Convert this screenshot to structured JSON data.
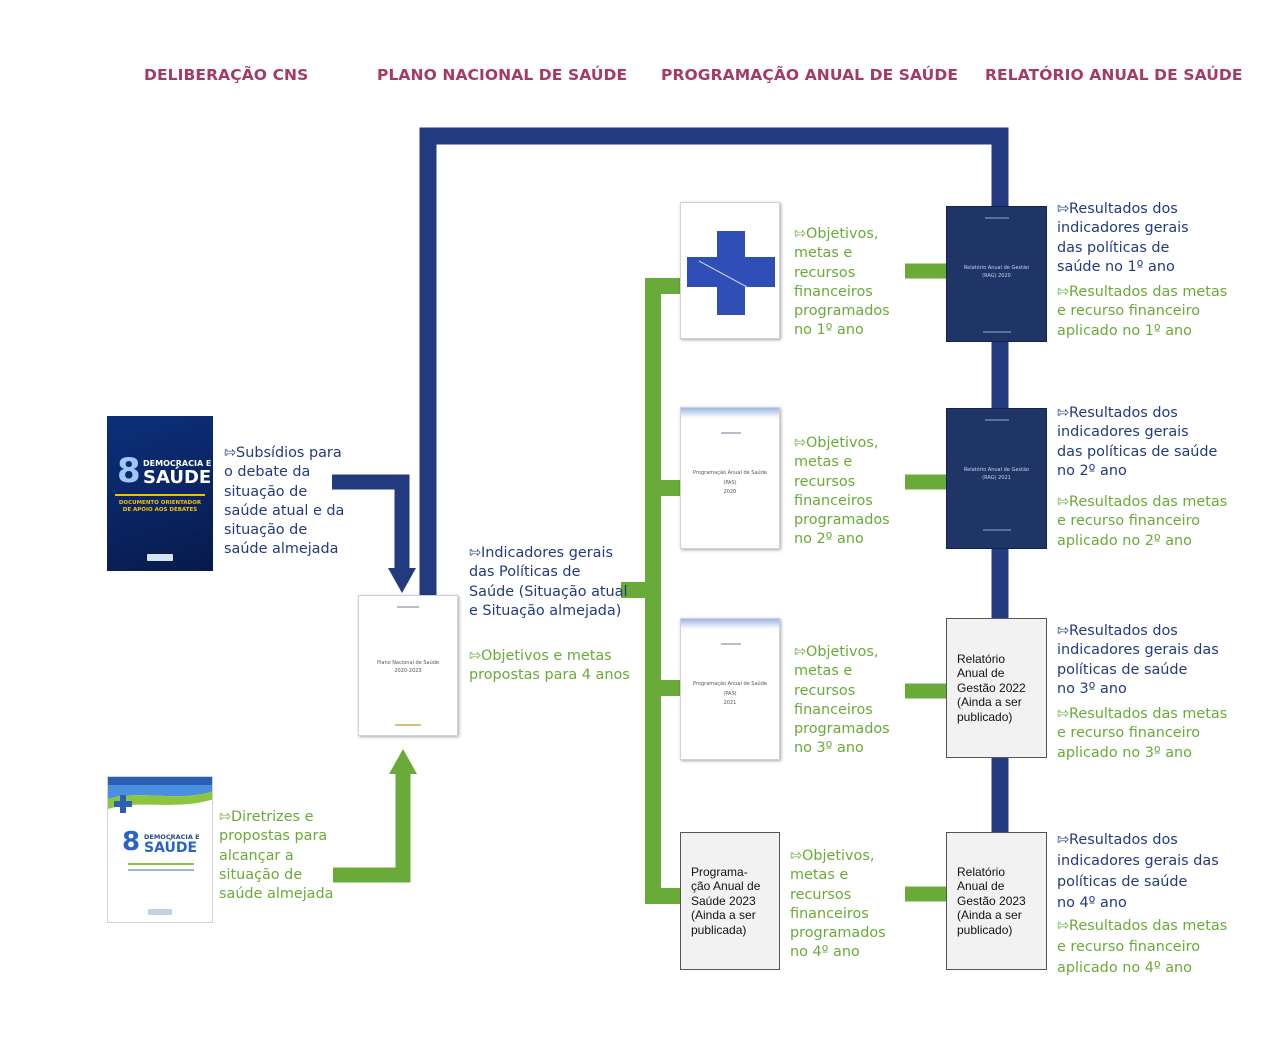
{
  "headers": {
    "deliberacao": "DELIBERAÇÃO CNS",
    "plano": "PLANO NACIONAL DE SAÚDE",
    "programacao": "PROGRAMAÇÃO ANUAL DE SAÚDE",
    "relatorio": "RELATÓRIO ANUAL DE SAÚDE"
  },
  "colors": {
    "header": "#a43a66",
    "blue": "#233a7f",
    "green": "#6aaa38",
    "dark_cover": "#1f3566"
  },
  "deliberacao": {
    "subsidios": [
      "⇰Subsídios para",
      "o debate da",
      "situação de",
      "saúde atual  e da",
      "situação de",
      "saúde almejada"
    ],
    "diretrizes": [
      "⇰Diretrizes e",
      "propostas para",
      "alcançar a",
      "situação de",
      "saúde almejada"
    ],
    "cover1": {
      "number": "8",
      "line1": "DEMOCRACIA E",
      "line2": "SAÚDE",
      "subtitle1": "DOCUMENTO ORIENTADOR",
      "subtitle2": "DE APOIO AOS DEBATES"
    },
    "cover2": {
      "number": "8",
      "line1": "DEMOCRACIA E",
      "line2": "SAÚDE"
    }
  },
  "plano": {
    "cover_title": "Plano Nacional de Saúde",
    "cover_years": "2020-2023",
    "indicadores": [
      "⇰Indicadores gerais",
      "das Políticas de",
      "Saúde (Situação atual",
      "e Situação almejada)"
    ],
    "objetivos": [
      "⇰Objetivos e metas",
      "propostas para 4 anos"
    ]
  },
  "programacao": {
    "cover2_title": "Programação Anual de Saúde",
    "cover2_sub": "(PAS)",
    "cover2_year": "2020",
    "cover3_title": "Programação Anual de Saúde",
    "cover3_sub": "(PAS)",
    "cover3_year": "2021",
    "box4": [
      "Programa-",
      "ção Anual de",
      "Saúde 2023",
      "(Ainda a ser",
      "publicada)"
    ],
    "text1": [
      "⇰Objetivos,",
      "metas e",
      "recursos",
      "financeiros",
      "programados",
      "no 1º ano"
    ],
    "text2": [
      "⇰Objetivos,",
      "metas e",
      "recursos",
      "financeiros",
      "programados",
      "no 2º ano"
    ],
    "text3": [
      "⇰Objetivos,",
      "metas e",
      "recursos",
      "financeiros",
      "programados",
      "no 3º ano"
    ],
    "text4": [
      "⇰Objetivos,",
      "metas e",
      "recursos",
      "financeiros",
      "programados",
      "no 4º ano"
    ]
  },
  "relatorio": {
    "cover1_title": "Relatório Anual de Gestão",
    "cover1_sub": "(RAG) 2020",
    "cover2_title": "Relatório Anual de Gestão",
    "cover2_sub": "(RAG) 2021",
    "box3": [
      "Relatório",
      "Anual de",
      "Gestão 2022",
      "(Ainda a ser",
      "publicado)"
    ],
    "box4": [
      "Relatório",
      "Anual de",
      "Gestão 2023",
      "(Ainda a ser",
      "publicado)"
    ],
    "r1_blue": [
      "⇰Resultados dos",
      "indicadores gerais",
      "das políticas de",
      "saúde no 1º ano"
    ],
    "r1_green": [
      "⇰Resultados das metas",
      "e recurso financeiro",
      "aplicado no 1º ano"
    ],
    "r2_blue": [
      "⇰Resultados dos",
      "indicadores gerais",
      "das políticas de saúde",
      "no 2º ano"
    ],
    "r2_green": [
      "⇰Resultados das metas",
      "e recurso financeiro",
      "aplicado no 2º ano"
    ],
    "r3_blue": [
      "⇰Resultados dos",
      "indicadores gerais das",
      "políticas de saúde",
      "no 3º ano"
    ],
    "r3_green": [
      "⇰Resultados das metas",
      "e recurso financeiro",
      "aplicado no 3º ano"
    ],
    "r4_blue": [
      "⇰Resultados dos",
      "indicadores gerais das",
      "políticas de saúde",
      "no 4º ano"
    ],
    "r4_green": [
      "⇰Resultados das metas",
      "e recurso financeiro",
      "aplicado no 4º ano"
    ]
  }
}
